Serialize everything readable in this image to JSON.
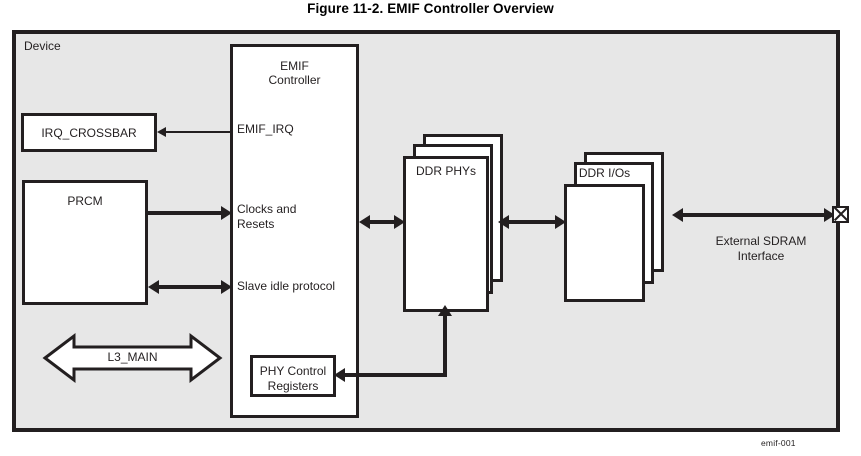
{
  "figure": {
    "title": "Figure 11-2. EMIF Controller Overview",
    "id_label": "emif-001"
  },
  "diagram": {
    "device_label": "Device",
    "blocks": {
      "irq_crossbar": "IRQ_CROSSBAR",
      "prcm": "PRCM",
      "emif_controller_line1": "EMIF",
      "emif_controller_line2": "Controller",
      "phy_control_registers_line1": "PHY Control",
      "phy_control_registers_line2": "Registers",
      "ddr_phys": "DDR PHYs",
      "ddr_ios": "DDR I/Os"
    },
    "port_labels": {
      "emif_irq": "EMIF_IRQ",
      "clocks_and_resets_line1": "Clocks and",
      "clocks_and_resets_line2": "Resets",
      "slave_idle_protocol": "Slave idle protocol"
    },
    "connections": {
      "l3_main": "L3_MAIN",
      "external_sdram_line1": "External SDRAM",
      "external_sdram_line2": "Interface"
    },
    "colors": {
      "device_fill": "#e7e7e7",
      "line": "#231f20",
      "block_fill": "#ffffff",
      "page_background": "#ffffff"
    }
  }
}
